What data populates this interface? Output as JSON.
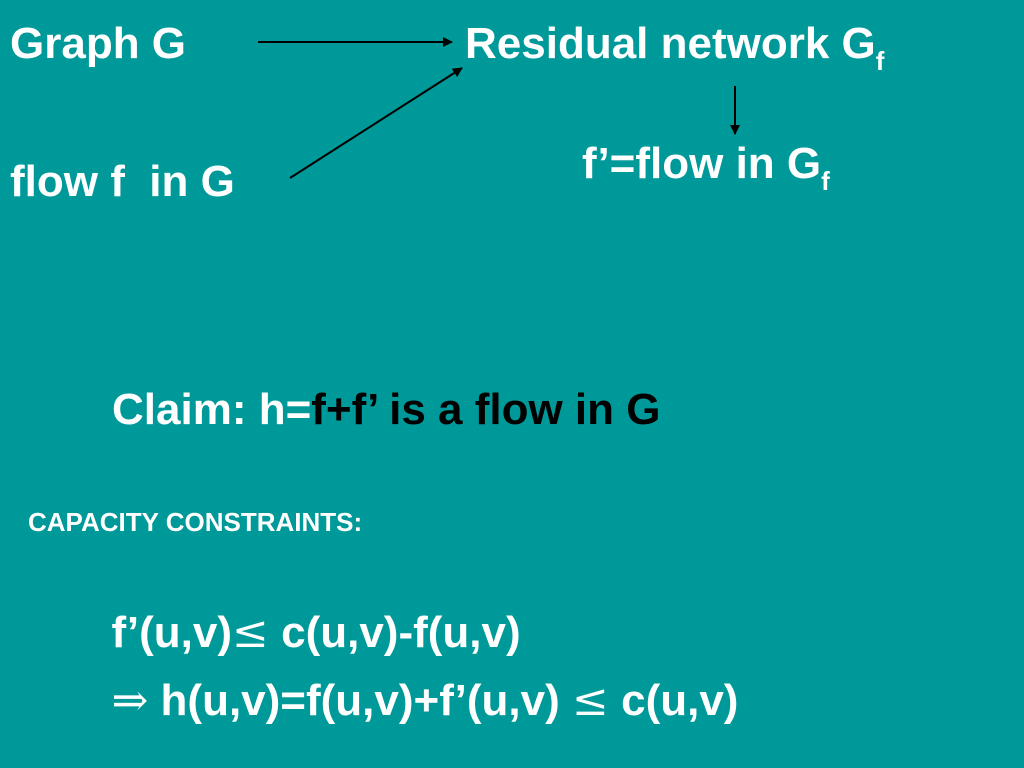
{
  "slide": {
    "graph_label": "Graph G",
    "residual_label": "Residual network G",
    "residual_sub": "f",
    "flow_label": "flow f  in G",
    "fprime_label": "f’=flow in G",
    "fprime_sub": "f",
    "claim_prefix": "Claim: h=",
    "claim_rest": "f+f’ is a flow in G",
    "capacity_heading": "CAPACITY CONSTRAINTS:",
    "line1_left": "f’(u,v)",
    "line1_symbol": "≤",
    "line1_right": " c(u,v)-f(u,v)",
    "line2_symbol": "⇒",
    "line2_mid": " h(u,v)=f(u,v)+f’(u,v) ",
    "line2_symbol2": "≤",
    "line2_right": " c(u,v)"
  },
  "colors": {
    "background": "#009999",
    "text": "#ffffff",
    "emphasis": "#000000"
  }
}
